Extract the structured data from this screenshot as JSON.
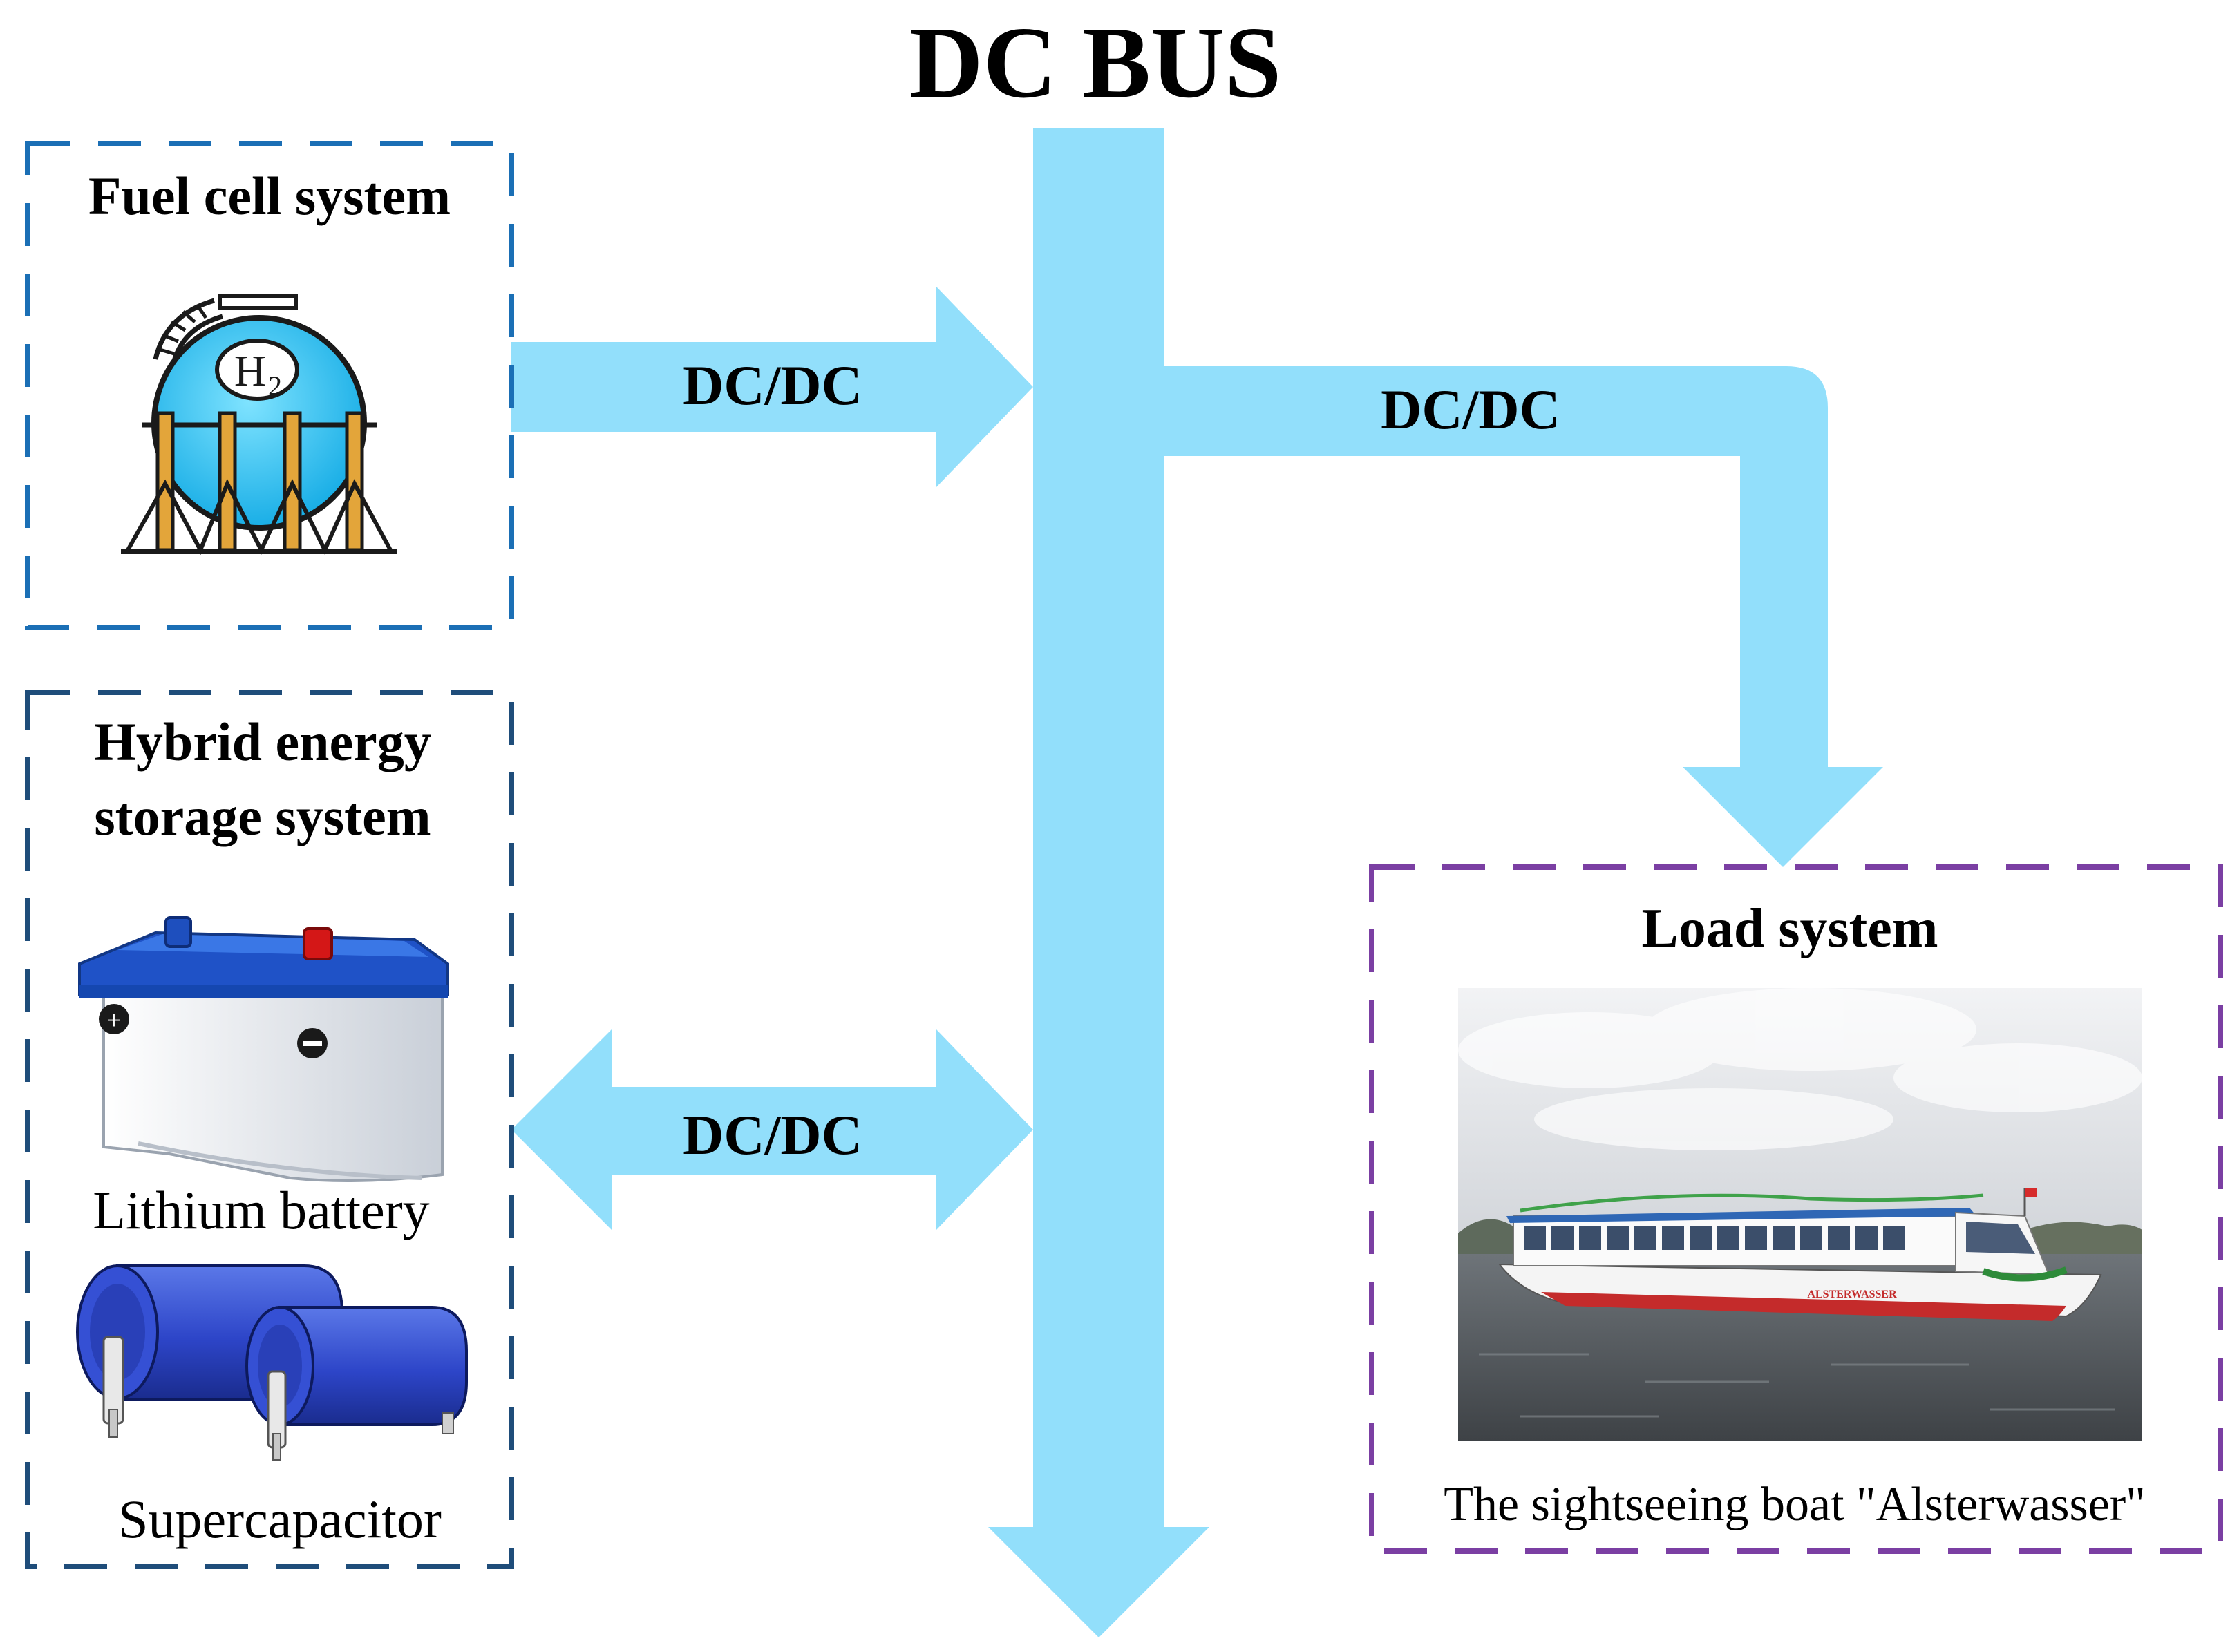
{
  "title": "DC BUS",
  "colors": {
    "arrow": "#92DFFB",
    "fuel_box": "#1B6FB5",
    "hess_box": "#1F4D7A",
    "load_box": "#7B3FA3",
    "text": "#000000"
  },
  "fuel_cell": {
    "title": "Fuel cell system",
    "icon": "hydrogen-tank-icon",
    "tank_label": "H",
    "tank_subscript": "2"
  },
  "hess": {
    "title_line1": "Hybrid energy",
    "title_line2": "storage system",
    "battery": {
      "label": "Lithium battery",
      "icon": "car-battery-icon"
    },
    "supercap": {
      "label": "Supercapacitor",
      "icon": "supercapacitor-icon"
    }
  },
  "load": {
    "title": "Load system",
    "caption": "The sightseeing boat \"Alsterwasser\"",
    "icon": "boat-photo",
    "hull_text": "ALSTERWASSER"
  },
  "converters": {
    "fuel": "DC/DC",
    "hess": "DC/DC",
    "load": "DC/DC"
  }
}
